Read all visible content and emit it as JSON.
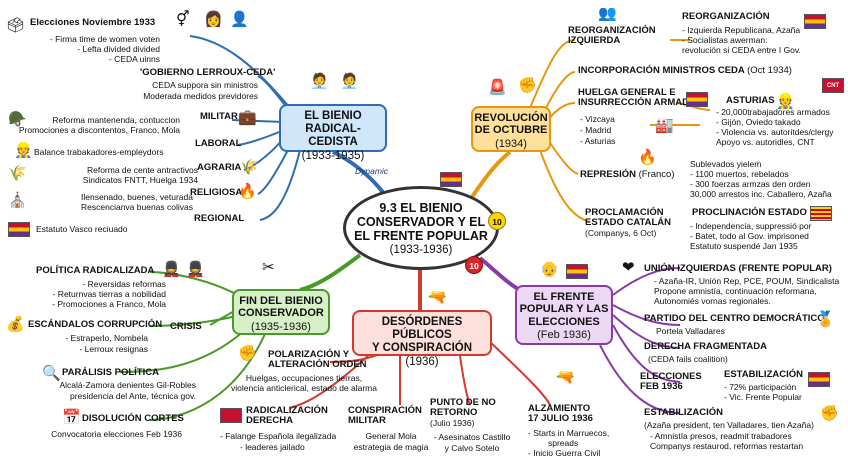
{
  "center": {
    "title_lines": [
      "9.3 EL BIENIO",
      "CONSERVADOR Y EL",
      "EL FRENTE POPULAR"
    ],
    "years": "(1933-1936)",
    "dynamic_label": "Dynamic",
    "badge_top": "10",
    "badge_bottom": "10"
  },
  "bienio": {
    "title_lines": [
      "EL BIENIO",
      "RADICAL-CEDISTA"
    ],
    "years": "(1933-1935)",
    "elecciones": {
      "heading": "Elecciones Noviembre 1933",
      "lines": [
        "- Firma time de women voten",
        "- Lefta divided divided",
        "- CEDA uinns"
      ]
    },
    "gobierno": {
      "heading": "'GOBIERNO LERROUX-CEDA'",
      "lines": [
        "CEDA suppora sin ministros",
        "Moderada medidos previdores"
      ]
    },
    "militar": {
      "heading": "MILITAR",
      "lines": [
        "Reforma mantenenda, contuccion",
        "Promociones a discontentos, Franco, Mola"
      ]
    },
    "laboral": {
      "heading": "LABORAL",
      "lines": [
        "Balance trabakadores-empleydors"
      ]
    },
    "agraria": {
      "heading": "AGRARIA",
      "lines": [
        "Reforma de cente antractivos",
        "Sindicatos FNTT, Huelga 1934"
      ]
    },
    "religiosa": {
      "heading": "RELIGIOSA",
      "lines": [
        "Ilensenado, buenes, veturada",
        "Rescencianva buenas colivas"
      ]
    },
    "regional": {
      "heading": "REGIONAL",
      "lines": [
        "Estatuto Vasco reciuado"
      ]
    }
  },
  "revolucion": {
    "title_lines": [
      "REVOLUCIÓN",
      "DE OCTUBRE"
    ],
    "years": "(1934)",
    "reorg_izq": {
      "heading_lines": [
        "REORGANIZACIÓN",
        "IZQUIERDA"
      ],
      "right_heading": "REORGANIZACIÓN",
      "lines": [
        "- Izquierda Republicana, Azaña",
        "- Socialistas awerman:",
        "revolución si CEDA entre I Gov."
      ]
    },
    "incorporacion": {
      "heading": "INCORPORACIÓN MINISTROS CEDA",
      "note": "(Oct 1934)"
    },
    "huelga": {
      "heading_lines": [
        "HUELGA GENERAL E",
        "INSURRECCIÓN ARMADA"
      ],
      "places": [
        "- Vizcaya",
        "- Madrid",
        "- Asturias"
      ],
      "cnt": "CNT"
    },
    "asturias": {
      "heading": "ASTURIAS",
      "lines": [
        "- 20,000trabajadores armados",
        "- Gijón, Oviedo takado",
        "- Violencia vs. autoritdes/clergy",
        "Apoyo vs. autoridles, CNT"
      ]
    },
    "represion": {
      "heading": "REPRESIÓN",
      "note": "(Franco)",
      "lines": [
        "Sublevados yielem",
        "- 1100 muertos, rebelados",
        "- 300 foerzas armzas den orden",
        "30,000 arrestos inc. Caballero, Azaña"
      ]
    },
    "catalan": {
      "heading_lines": [
        "PROCLAMACIÓN",
        "ESTADO CATALÁN"
      ],
      "note": "(Companys, 6 Oct)",
      "right_heading": "PROCLINACIÓN ESTADO",
      "lines": [
        "- Independencia, suppressió por",
        "- Batet, todo al Gov. imprisoned",
        "Estatuto suspendé Jan 1935"
      ]
    }
  },
  "fin": {
    "title_lines": [
      "FIN DEL BIENIO",
      "CONSERVADOR"
    ],
    "years": "(1935-1936)",
    "politica": {
      "heading": "POLÍTICA RADICALIZADA",
      "lines": [
        "- Reversidas reformas",
        "- Returnvas tierras a nobilidad",
        "- Promociones a Franco, Mola"
      ]
    },
    "crisis": {
      "heading": "CRISIS"
    },
    "escandalos": {
      "heading": "ESCÁNDALOS CORRUPCIÓN",
      "lines": [
        "- Estraperlo, Nombela",
        "- Lerroux resignas"
      ]
    },
    "paralisis": {
      "heading": "PARÁLISIS POLÍTICA",
      "lines": [
        "Alcalá-Zamora denientes Gil-Robles",
        "presidencia del Ante, técnica gov."
      ]
    },
    "disolucion": {
      "heading": "DISOLUCIÓN CORTES",
      "lines": [
        "Convocatoria elecciones Feb 1936"
      ]
    }
  },
  "desordenes": {
    "title_lines": [
      "DESÓRDENES PÚBLICOS",
      "Y CONSPIRACIÓN"
    ],
    "years": "(1936)",
    "polarizacion": {
      "heading_lines": [
        "POLARIZACIÓN Y",
        "ALTERACIÓN ORDEN"
      ],
      "lines": [
        "Huelgas, occupaciones tierras,",
        "violencia anticlerical, estado de alarma"
      ]
    },
    "radicalizacion": {
      "heading_lines": [
        "RADICALIZACIÓN",
        "DERECHA"
      ],
      "lines": [
        "- Falange Española ilegalizada",
        "- leaderes jailado"
      ]
    },
    "conspiracion": {
      "heading_lines": [
        "CONSPIRACIÓN",
        "MILITAR"
      ],
      "lines": [
        "General Mola",
        "estrategia de magia"
      ]
    },
    "punto": {
      "heading_lines": [
        "PUNTO DE NO",
        "RETORNO"
      ],
      "note": "(Julio 1936)",
      "lines": [
        "- Asesinatos Castillo",
        "y Calvo Sotelo"
      ]
    },
    "alzamiento": {
      "heading_lines": [
        "ALZAMIENTO",
        "17 JULIO 1936"
      ],
      "lines": [
        "- Starts in Marruecos,",
        "spreads",
        "- Inicio Guerra Civil"
      ]
    }
  },
  "frente": {
    "title_lines": [
      "EL FRENTE",
      "POPULAR Y LAS",
      "ELECCIONES"
    ],
    "years": "(Feb 1936)",
    "union": {
      "heading": "UNIÓN IZQUIERDAS (FRENTE POPULAR)",
      "lines": [
        "- Azaña-IR, Unión Rep, PCE, POUM, Sindicalista",
        "Propone amnistía, continuación reformana,",
        "Autonomiés vornas regionales."
      ]
    },
    "centro": {
      "heading": "PARTIDO DEL CENTRO DEMOCRÁTICO",
      "lines": [
        "Portela Valladares"
      ]
    },
    "derecha": {
      "heading": "DERECHA FRAGMENTADA",
      "lines": [
        "(CEDA fails coalition)"
      ]
    },
    "elecciones": {
      "heading_lines": [
        "ELECCIONES",
        "FEB 1936"
      ],
      "right_heading": "ESTABILIZACIÓN",
      "lines": [
        "- 72% participación",
        "- Vic. Frente Popular"
      ]
    },
    "estabilizacion": {
      "heading": "ESTABILIZACIÓN",
      "lines": [
        "(Azaña president, ten Valladares, tien Azaña)",
        "- Amnistía presos, readmit trabadores",
        "Companys restaurod, reformas restartan"
      ]
    }
  },
  "colors": {
    "bienio": "#2f6db3",
    "revolucion": "#e8960c",
    "fin": "#4a9a2a",
    "desordenes": "#d23a2c",
    "frente": "#8a3aa8",
    "center": "#333333"
  },
  "icons": [
    "ballot-box-icon",
    "gender-icon",
    "voters-icon",
    "politician-icon",
    "soldier-cap-icon",
    "suitcase-icon",
    "workers-icon",
    "crops-icon",
    "church-icon",
    "fire-icon",
    "flag-icon",
    "siren-icon",
    "fist-icon",
    "factory-icon",
    "rifle-icon",
    "heart-icon",
    "chart-icon",
    "newspaper-icon",
    "alarm-clock-icon"
  ]
}
